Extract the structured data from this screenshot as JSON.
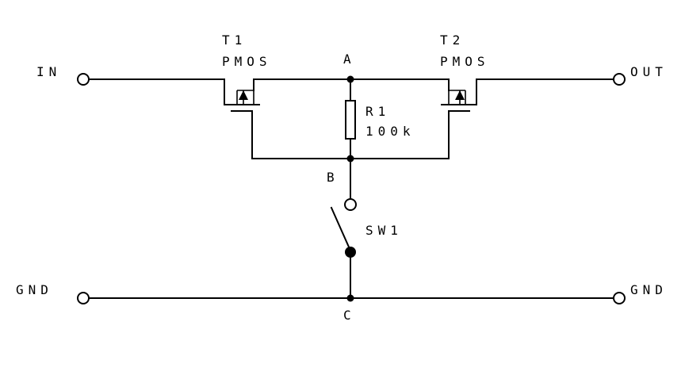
{
  "labels": {
    "in": "IN",
    "out": "OUT",
    "gnd_left": "GND",
    "gnd_right": "GND",
    "node_a": "A",
    "node_b": "B",
    "node_c": "C",
    "t1_name": "T1",
    "t1_type": "PMOS",
    "t2_name": "T2",
    "t2_type": "PMOS",
    "r1_name": "R1",
    "r1_value": "100k",
    "sw1_name": "SW1"
  }
}
